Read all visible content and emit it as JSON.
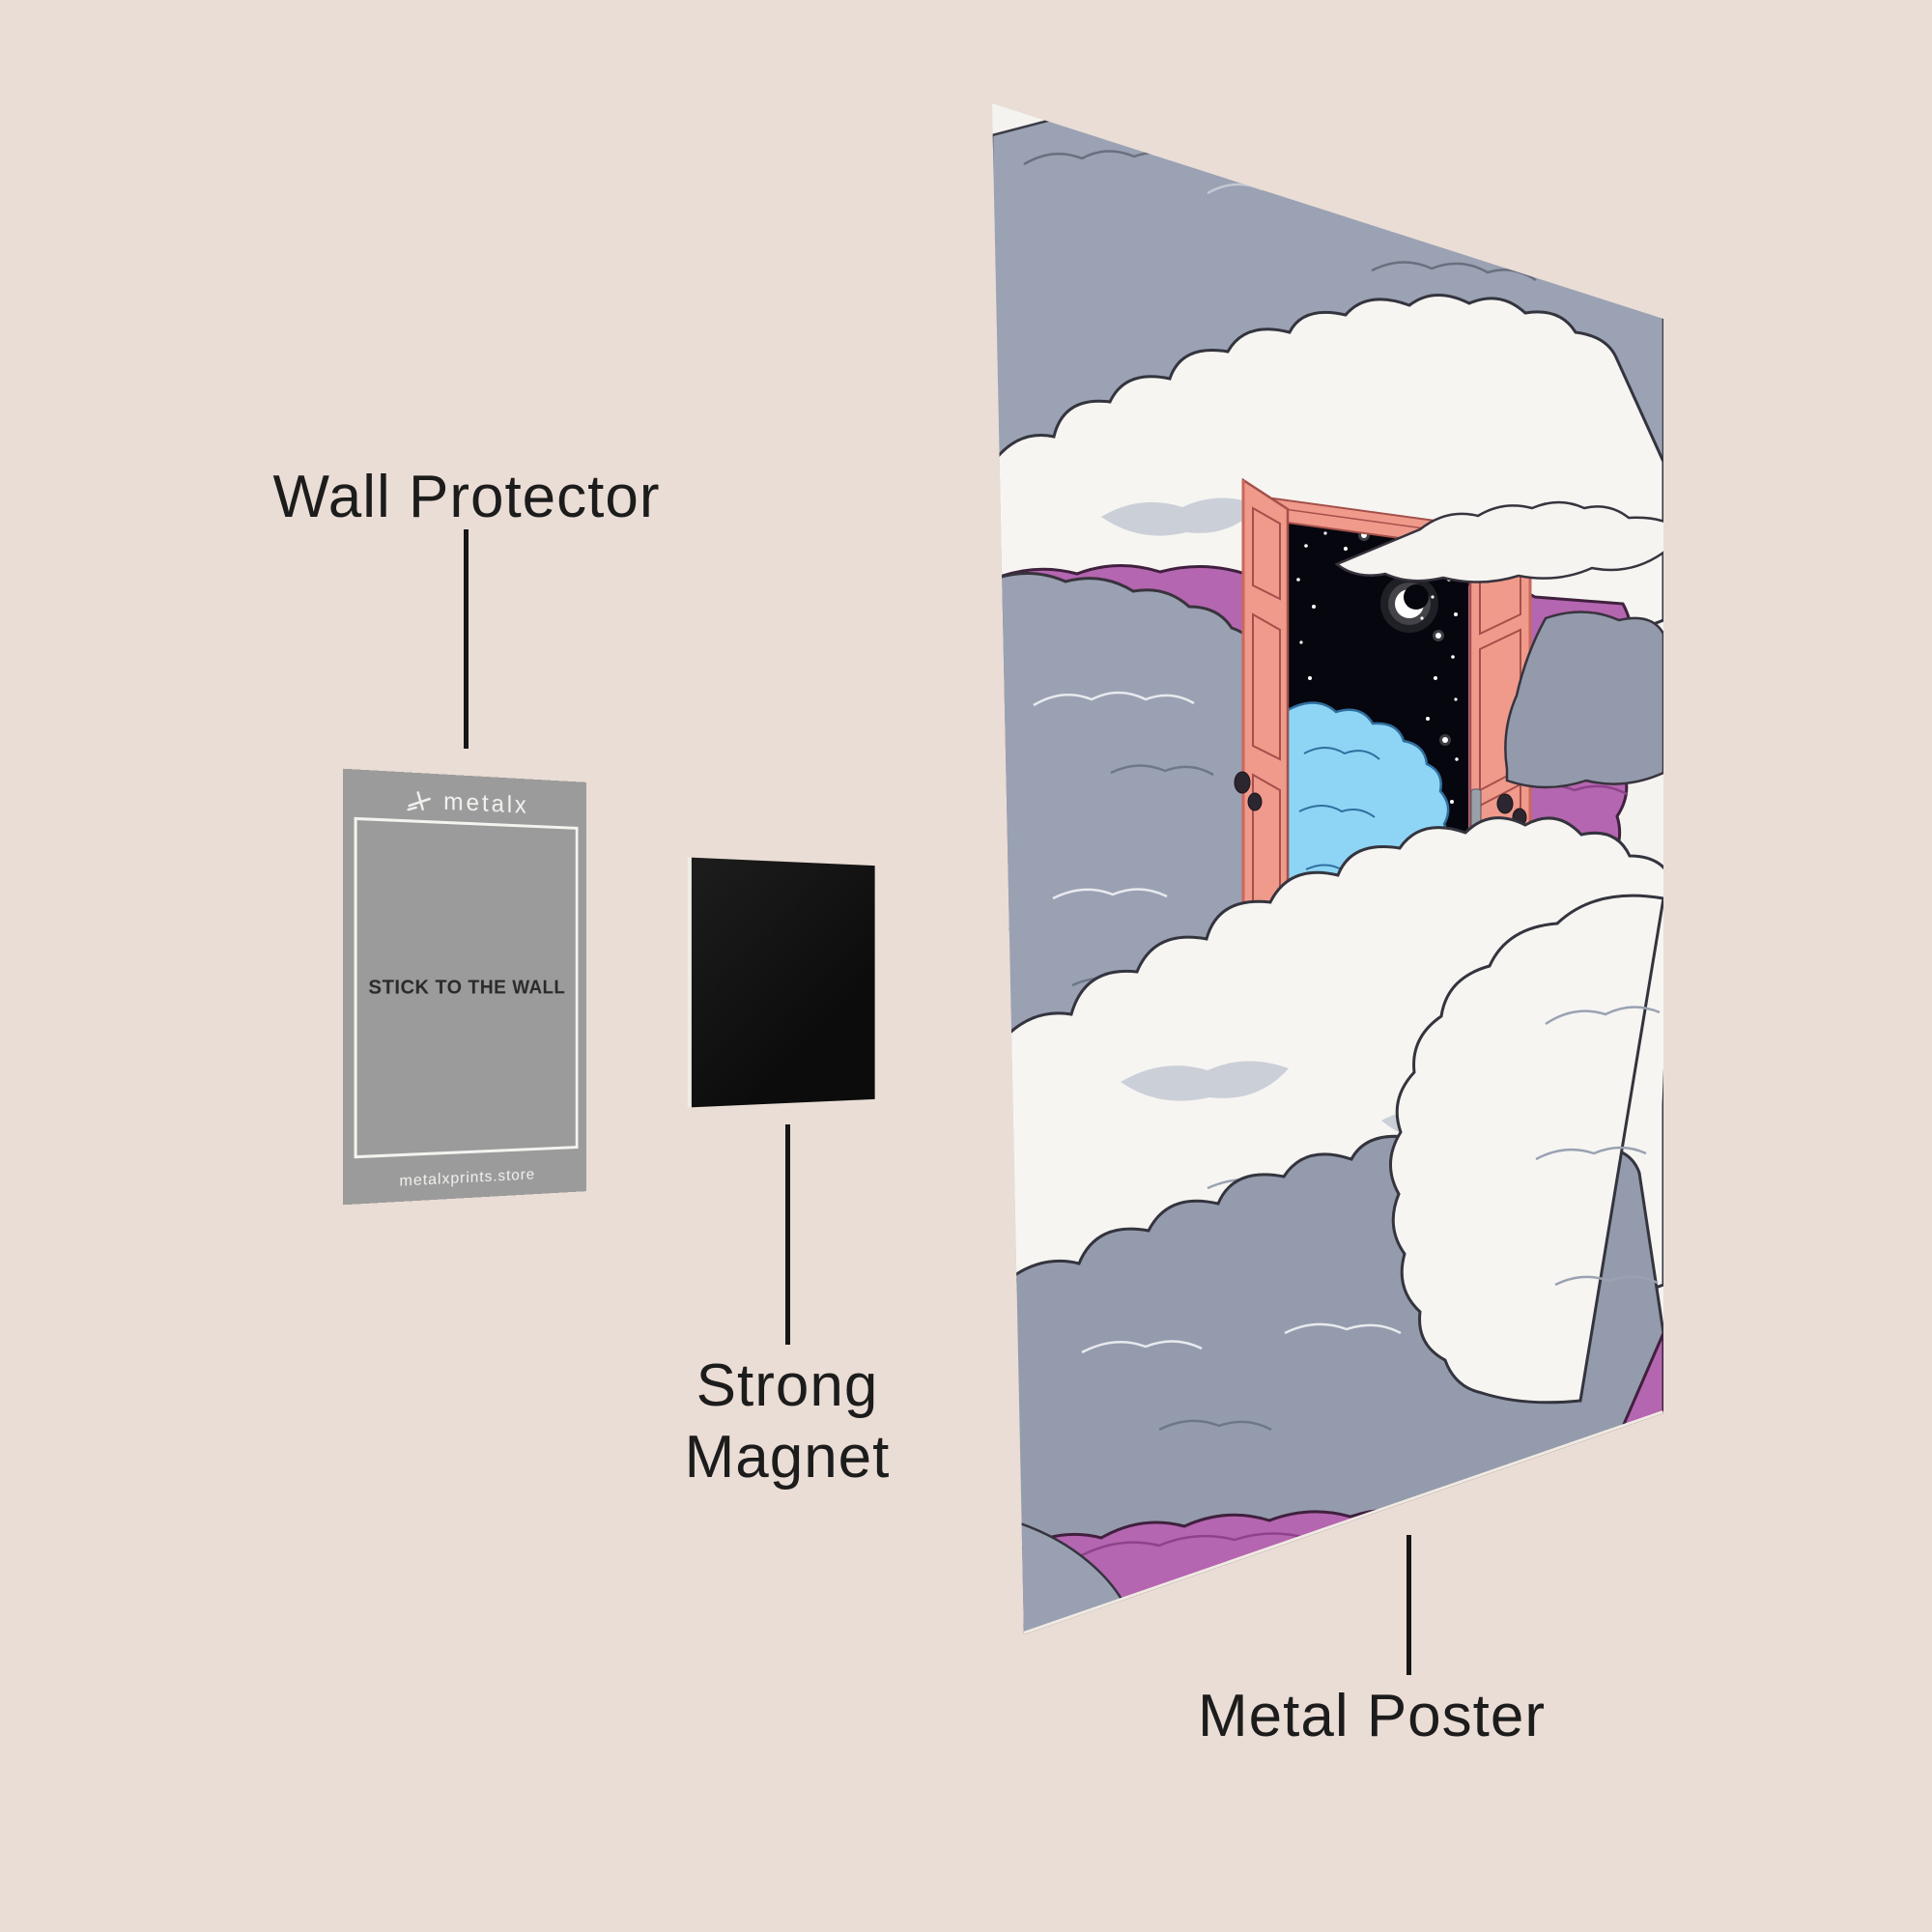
{
  "page": {
    "background_color": "#eaddd5",
    "text_color": "#1c1c1c",
    "line_color": "#161616"
  },
  "callouts": {
    "wall_protector": {
      "label": "Wall Protector"
    },
    "strong_magnet": {
      "label_line1": "Strong",
      "label_line2": "Magnet"
    },
    "metal_poster": {
      "label": "Metal Poster"
    }
  },
  "wall_protector_card": {
    "brand": "metalx",
    "logo_icon": "sparkle-icon",
    "instruction": "STICK TO THE WALL",
    "website": "metalxprints.store",
    "colors": {
      "card": "#9b9b9b",
      "frame": "#f5f3f0",
      "instruction_text": "#2a2a2a",
      "brand_text": "#f4f2ef"
    }
  },
  "magnet": {
    "color": "#131313",
    "edge_highlight": "#efece5"
  },
  "poster": {
    "artwork": "clouds-with-open-door-to-night-sky",
    "palette": {
      "purple_clouds": "#b566b0",
      "gray_clouds": "#9aa1b2",
      "white_clouds": "#f6f5f2",
      "coral_door": "#f09a8c",
      "night_sky": "#06060e",
      "blue_clouds": "#8ed5f5",
      "moon": "#ffffff"
    }
  }
}
